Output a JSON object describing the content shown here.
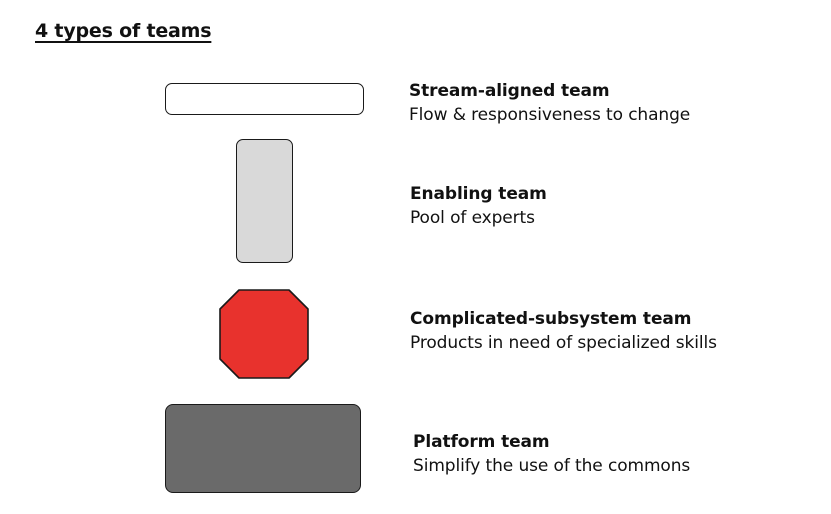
{
  "title": "4 types of teams",
  "teams": [
    {
      "name": "Stream-aligned team",
      "description": "Flow & responsiveness to change",
      "color": "#ffffff"
    },
    {
      "name": "Enabling team",
      "description": "Pool of experts",
      "color": "#d9d9d9"
    },
    {
      "name": "Complicated-subsystem team",
      "description": "Products in need of specialized skills",
      "color": "#e8322d"
    },
    {
      "name": "Platform team",
      "description": "Simplify the use of the commons",
      "color": "#6a6a6a"
    }
  ]
}
